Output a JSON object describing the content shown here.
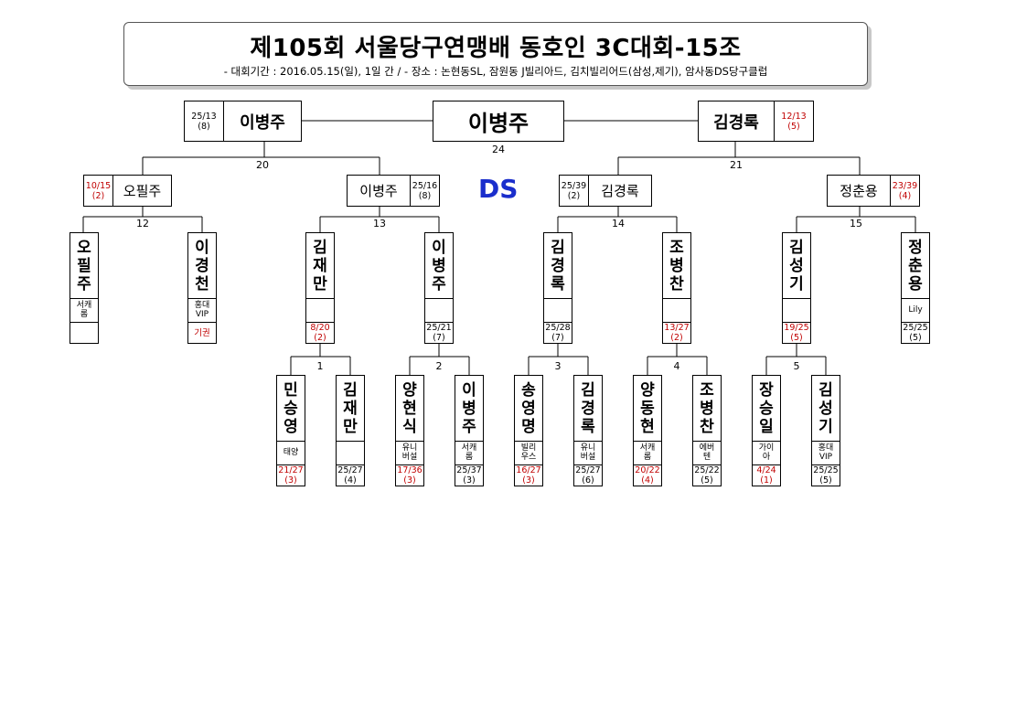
{
  "header": {
    "title": "제105회 서울당구연맹배 동호인 3C대회-15조",
    "subtitle": "-  대회기간 : 2016.05.15(일), 1일 간 / - 장소 : 논현동SL, 잠원동 J빌리아드, 김치빌리어드(삼성,제기), 암사동DS당구클럽"
  },
  "logo": "DS",
  "champion": "이병주",
  "final": {
    "number": "24",
    "left": {
      "name": "이병주",
      "score": "25/13",
      "inn": "(8)"
    },
    "right": {
      "name": "김경록",
      "score": "12/13",
      "inn": "(5)"
    }
  },
  "semis": [
    {
      "number": "20",
      "a": {
        "name": "오필주",
        "score": "10/15",
        "inn": "(2)"
      },
      "b": {
        "name": "이병주",
        "score": "25/16",
        "inn": "(8)"
      }
    },
    {
      "number": "21",
      "a": {
        "name": "김경록",
        "score": "25/39",
        "inn": "(2)"
      },
      "b": {
        "name": "정춘용",
        "score": "23/39",
        "inn": "(4)"
      }
    }
  ],
  "quarters": [
    {
      "number": "12"
    },
    {
      "number": "13"
    },
    {
      "number": "14"
    },
    {
      "number": "15"
    }
  ],
  "round1": [
    {
      "number": "1"
    },
    {
      "number": "2"
    },
    {
      "number": "3"
    },
    {
      "number": "4"
    },
    {
      "number": "5"
    }
  ],
  "players_upper": [
    {
      "name": [
        "오",
        "필",
        "주"
      ],
      "club": [
        "서캐",
        "롬"
      ],
      "score": "",
      "inn": ""
    },
    {
      "name": [
        "이",
        "경",
        "천"
      ],
      "club": [
        "홍대",
        "VIP"
      ],
      "score": "기권",
      "inn": ""
    },
    {
      "name": [
        "김",
        "재",
        "만"
      ],
      "club": [],
      "score": "8/20",
      "inn": "(2)"
    },
    {
      "name": [
        "이",
        "병",
        "주"
      ],
      "club": [],
      "score": "25/21",
      "inn": "(7)"
    },
    {
      "name": [
        "김",
        "경",
        "록"
      ],
      "club": [],
      "score": "25/28",
      "inn": "(7)"
    },
    {
      "name": [
        "조",
        "병",
        "찬"
      ],
      "club": [],
      "score": "13/27",
      "inn": "(2)"
    },
    {
      "name": [
        "김",
        "성",
        "기"
      ],
      "club": [],
      "score": "19/25",
      "inn": "(5)"
    },
    {
      "name": [
        "정",
        "춘",
        "용"
      ],
      "club": [
        "Lily"
      ],
      "score": "25/25",
      "inn": "(5)"
    }
  ],
  "players_lower": [
    {
      "name": [
        "민",
        "승",
        "영"
      ],
      "club": [
        "태양"
      ],
      "score": "21/27",
      "inn": "(3)"
    },
    {
      "name": [
        "김",
        "재",
        "만"
      ],
      "club": [],
      "score": "25/27",
      "inn": "(4)"
    },
    {
      "name": [
        "양",
        "현",
        "식"
      ],
      "club": [
        "유니",
        "버설"
      ],
      "score": "17/36",
      "inn": "(3)"
    },
    {
      "name": [
        "이",
        "병",
        "주"
      ],
      "club": [
        "서캐",
        "롬"
      ],
      "score": "25/37",
      "inn": "(3)"
    },
    {
      "name": [
        "송",
        "영",
        "명"
      ],
      "club": [
        "빌리",
        "우스"
      ],
      "score": "16/27",
      "inn": "(3)"
    },
    {
      "name": [
        "김",
        "경",
        "록"
      ],
      "club": [
        "유니",
        "버설"
      ],
      "score": "25/27",
      "inn": "(6)"
    },
    {
      "name": [
        "양",
        "동",
        "현"
      ],
      "club": [
        "서캐",
        "롬"
      ],
      "score": "20/22",
      "inn": "(4)"
    },
    {
      "name": [
        "조",
        "병",
        "찬"
      ],
      "club": [
        "에버",
        "텐"
      ],
      "score": "25/22",
      "inn": "(5)"
    },
    {
      "name": [
        "장",
        "승",
        "일"
      ],
      "club": [
        "가이",
        "아"
      ],
      "score": "4/24",
      "inn": "(1)"
    },
    {
      "name": [
        "김",
        "성",
        "기"
      ],
      "club": [
        "홍대",
        "VIP"
      ],
      "score": "25/25",
      "inn": "(5)"
    }
  ],
  "colors": {
    "loss": "#c00000",
    "logo": "#1a2ecc"
  }
}
